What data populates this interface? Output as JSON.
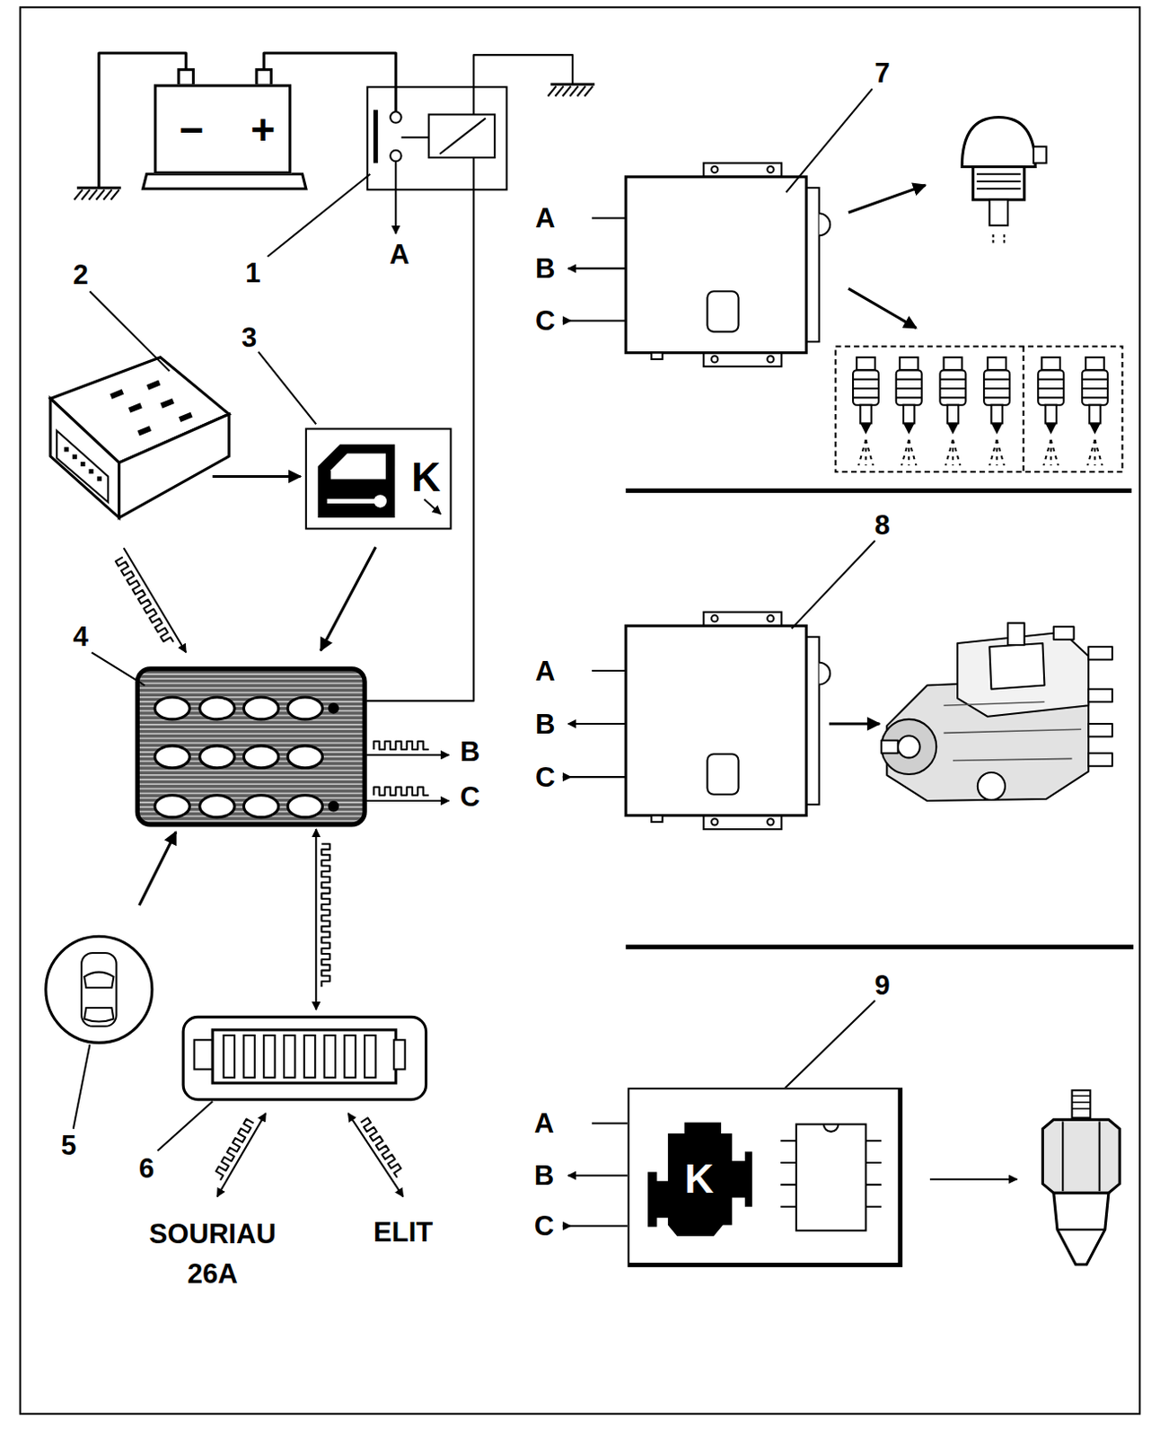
{
  "diagram": {
    "nodes": [
      {
        "text": [
          "−",
          "+"
        ]
      },
      {
        "text": [
          "K"
        ]
      },
      {
        "text": [
          "K"
        ]
      }
    ],
    "labels": [
      "1",
      "A",
      "2",
      "3",
      "4",
      "B",
      "C",
      "5",
      "6",
      "SOURIAU 26A",
      "ELIT",
      "7",
      "A",
      "B",
      "C",
      "8",
      "A",
      "B",
      "C",
      "9",
      "A",
      "B",
      "C"
    ]
  }
}
